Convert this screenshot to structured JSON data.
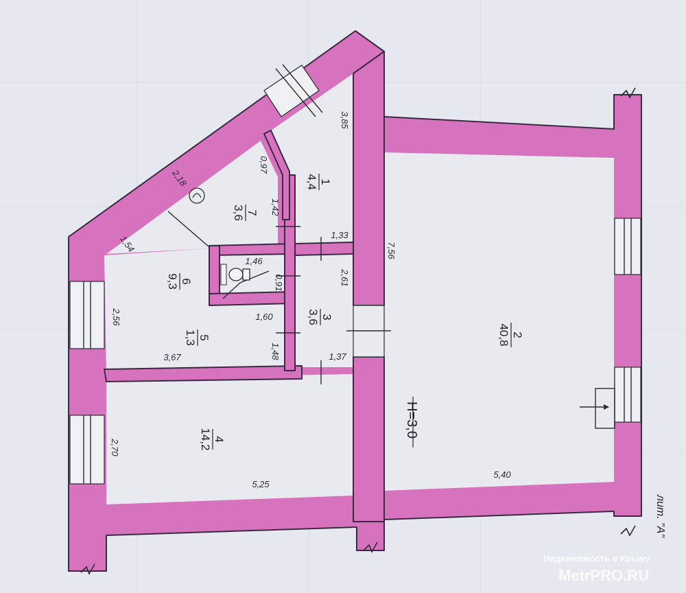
{
  "height_label": "H=3,0",
  "building_letter": "лит. \"А\"",
  "watermark": {
    "line1": "Недвижимость в Крыму",
    "line2": "MetrPRO.RU"
  },
  "rooms": [
    {
      "number": "1",
      "area": "4,4"
    },
    {
      "number": "2",
      "area": "40,8"
    },
    {
      "number": "3",
      "area": "3,6"
    },
    {
      "number": "4",
      "area": "14,2"
    },
    {
      "number": "5",
      "area": "1,3"
    },
    {
      "number": "6",
      "area": "9,3"
    },
    {
      "number": "7",
      "area": "3,6"
    }
  ],
  "dimensions": {
    "d385": "3,85",
    "d097": "0,97",
    "d218": "2,18",
    "d142": "1,42",
    "d133": "1,33",
    "d154": "1,54",
    "d146": "1,46",
    "d091": "0,91",
    "d261": "2,61",
    "d756": "7,56",
    "d256": "2,56",
    "d160": "1,60",
    "d148": "1,48",
    "d367": "3,67",
    "d137": "1,37",
    "d270": "2,70",
    "d525": "5,25",
    "d540": "5,40"
  }
}
